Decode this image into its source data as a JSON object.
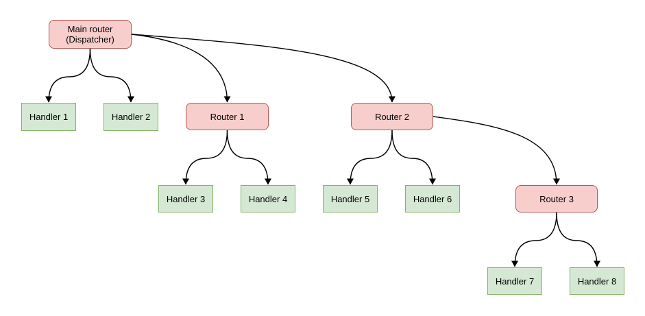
{
  "diagram_type": "routing-tree",
  "colors": {
    "background": "#ffffff",
    "router_fill": "#f8cecc",
    "router_stroke": "#b85450",
    "handler_fill": "#d5e8d4",
    "handler_stroke": "#82b366",
    "edge": "#000000",
    "text": "#000000"
  },
  "nodes": {
    "main": {
      "label": "Main router (Dispatcher)",
      "type": "router"
    },
    "h1": {
      "label": "Handler 1",
      "type": "handler"
    },
    "h2": {
      "label": "Handler 2",
      "type": "handler"
    },
    "r1": {
      "label": "Router 1",
      "type": "router"
    },
    "r2": {
      "label": "Router 2",
      "type": "router"
    },
    "h3": {
      "label": "Handler 3",
      "type": "handler"
    },
    "h4": {
      "label": "Handler 4",
      "type": "handler"
    },
    "h5": {
      "label": "Handler 5",
      "type": "handler"
    },
    "h6": {
      "label": "Handler 6",
      "type": "handler"
    },
    "r3": {
      "label": "Router 3",
      "type": "router"
    },
    "h7": {
      "label": "Handler 7",
      "type": "handler"
    },
    "h8": {
      "label": "Handler 8",
      "type": "handler"
    }
  },
  "edges": [
    {
      "from": "main",
      "to": "h1"
    },
    {
      "from": "main",
      "to": "h2"
    },
    {
      "from": "main",
      "to": "r1"
    },
    {
      "from": "main",
      "to": "r2"
    },
    {
      "from": "r1",
      "to": "h3"
    },
    {
      "from": "r1",
      "to": "h4"
    },
    {
      "from": "r2",
      "to": "h5"
    },
    {
      "from": "r2",
      "to": "h6"
    },
    {
      "from": "r2",
      "to": "r3"
    },
    {
      "from": "r3",
      "to": "h7"
    },
    {
      "from": "r3",
      "to": "h8"
    }
  ]
}
